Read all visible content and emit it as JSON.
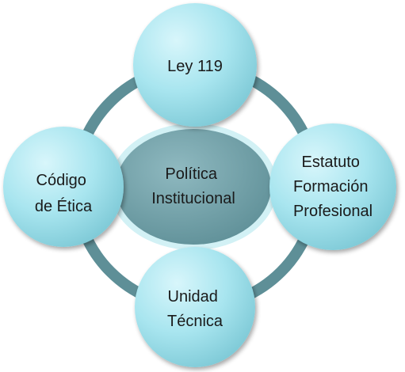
{
  "diagram": {
    "center": {
      "lines": [
        "Política",
        "Institucional"
      ]
    },
    "nodes": {
      "top": {
        "lines": [
          "Ley 119"
        ]
      },
      "right": {
        "lines": [
          "Estatuto",
          "Formación",
          "Profesional"
        ]
      },
      "bottom": {
        "lines": [
          "Unidad",
          "Técnica"
        ]
      },
      "left": {
        "lines": [
          "Código",
          "de Ética"
        ]
      }
    },
    "colors": {
      "ring": "#5e8f97",
      "outer_node_light": "#d8f6fb",
      "outer_node_mid": "#a8e5ef",
      "outer_node_dark": "#7fcad7",
      "center_node_light": "#8fb9c0",
      "center_node_dark": "#5d8e96",
      "center_glow": "#c7edf3"
    }
  }
}
